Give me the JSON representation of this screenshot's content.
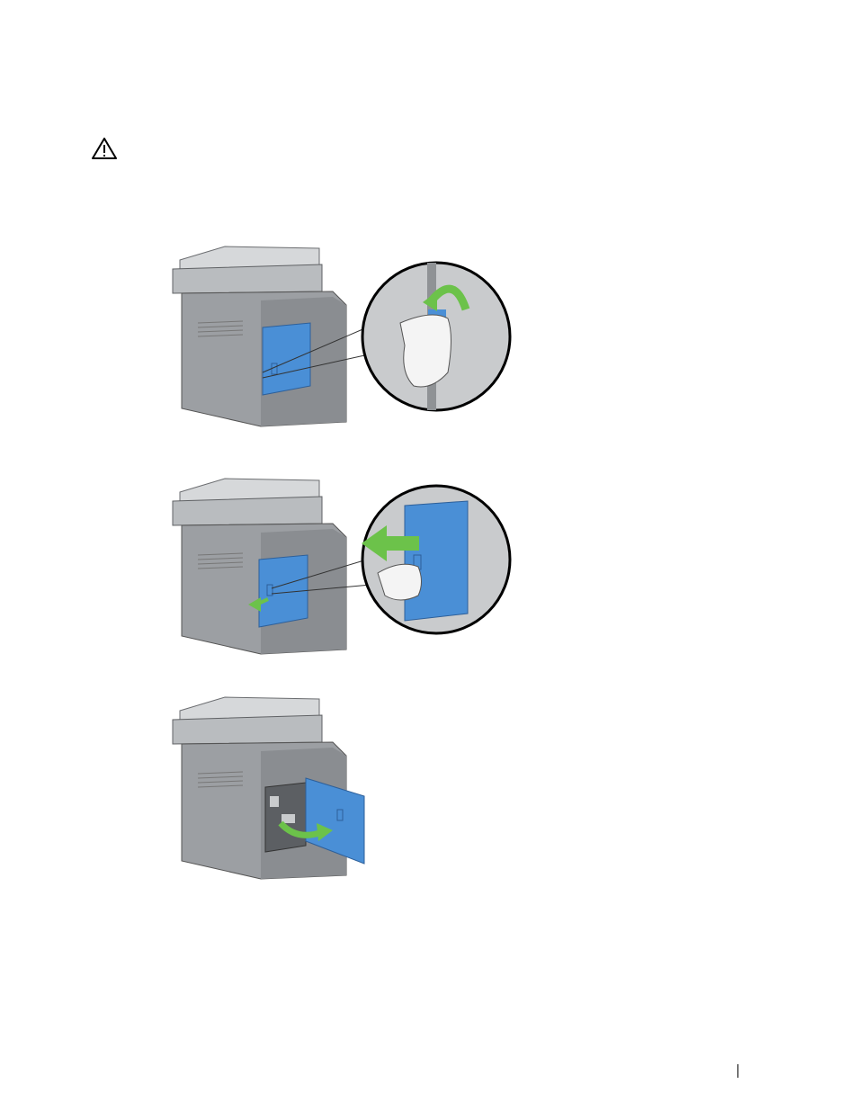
{
  "page": {
    "caution_icon": "warning-triangle-icon",
    "figures": [
      {
        "name": "printer-rear-unlock-cover",
        "icon": "curved-arrow-icon",
        "accent": "#4a8fd6",
        "arrow": "#6cc24a"
      },
      {
        "name": "printer-rear-slide-cover",
        "icon": "left-arrow-icon",
        "accent": "#4a8fd6",
        "arrow": "#6cc24a"
      },
      {
        "name": "printer-rear-open-cover",
        "icon": "swing-arrow-icon",
        "accent": "#4a8fd6",
        "arrow": "#6cc24a"
      }
    ]
  }
}
